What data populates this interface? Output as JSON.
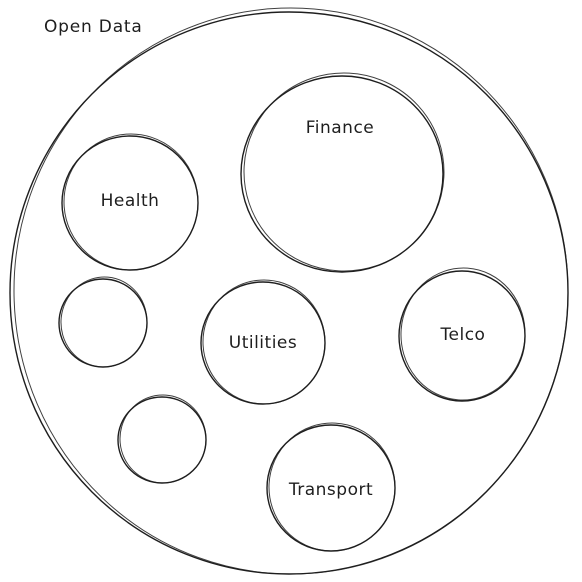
{
  "diagram": {
    "title": "Open Data",
    "nodes": [
      {
        "id": "finance",
        "label": "Finance"
      },
      {
        "id": "health",
        "label": "Health"
      },
      {
        "id": "blank-1",
        "label": ""
      },
      {
        "id": "utilities",
        "label": "Utilities"
      },
      {
        "id": "telco",
        "label": "Telco"
      },
      {
        "id": "blank-2",
        "label": ""
      },
      {
        "id": "transport",
        "label": "Transport"
      }
    ]
  }
}
